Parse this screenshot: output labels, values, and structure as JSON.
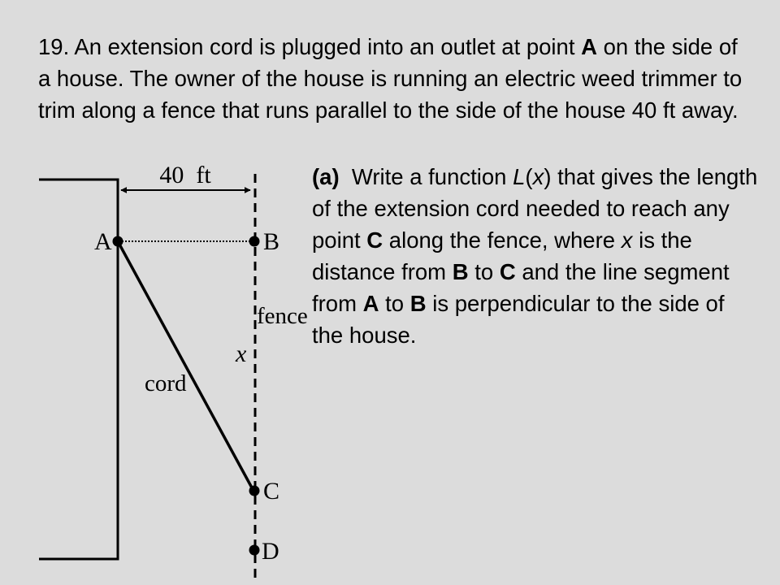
{
  "problem": {
    "number": "19.",
    "text_1": "An extension cord is plugged into an outlet at point ",
    "point_a": "A",
    "text_2": " on the side of a house.  The owner of the house is running an electric weed trimmer to trim along a fence that runs parallel to the side of the house 40 ft away."
  },
  "part_a": {
    "label": "(a)",
    "t1": "Write a function ",
    "fn": "L",
    "t2": "(",
    "var1": "x",
    "t3": ") that gives the length of the extension cord needed to reach any point ",
    "c1": "C",
    "t4": " along the fence, where ",
    "var2": "x",
    "t5": " is the distance from ",
    "b1": "B",
    "t6": " to ",
    "c2": "C",
    "t7": " and the line segment from ",
    "a1": "A",
    "t8": " to ",
    "b2": "B",
    "t9": " is perpendicular to the side of the house."
  },
  "diagram": {
    "distance_label": "40  ft",
    "point_a": "A",
    "point_b": "B",
    "point_c": "C",
    "point_d": "D",
    "fence_label": "fence",
    "x_label": "x",
    "cord_label": "cord"
  }
}
